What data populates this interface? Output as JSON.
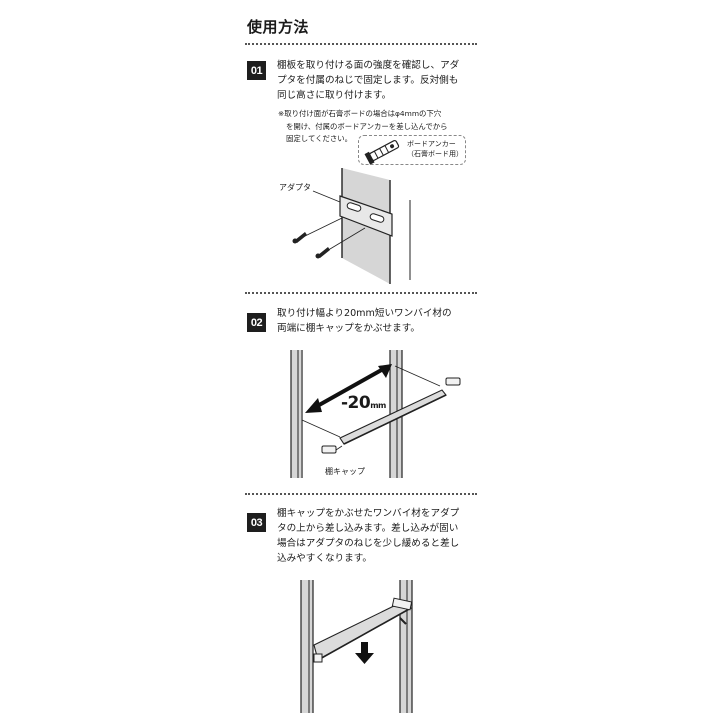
{
  "header": {
    "title": "使用方法"
  },
  "steps": [
    {
      "number": "01",
      "lines": [
        "棚板を取り付ける面の強度を確認し、アダ",
        "プタを付属のねじで固定します。反対側も",
        "同じ高さに取り付けます。"
      ],
      "note_lines": [
        "※取り付け面が石膏ボードの場合はφ4mmの下穴",
        "を開け、付属のボードアンカーを差し込んでから",
        "固定してください。"
      ],
      "anchor_label_lines": [
        "ボードアンカー",
        "（石膏ボード用）"
      ],
      "figure_label": "アダプタ"
    },
    {
      "number": "02",
      "lines": [
        "取り付け幅より20mm短いワンバイ材の",
        "両端に棚キャップをかぶせます。"
      ],
      "dimension_value": "-20",
      "dimension_unit": "mm",
      "figure_label": "棚キャップ"
    },
    {
      "number": "03",
      "lines": [
        "棚キャップをかぶせたワンバイ材をアダプ",
        "タの上から差し込みます。差し込みが固い",
        "場合はアダプタのねじを少し緩めると差し",
        "込みやすくなります。"
      ]
    }
  ],
  "colors": {
    "badge": "#1e1e1e",
    "wall": "#d6d6d6",
    "board": "#dcdcdc",
    "line": "#222222"
  }
}
